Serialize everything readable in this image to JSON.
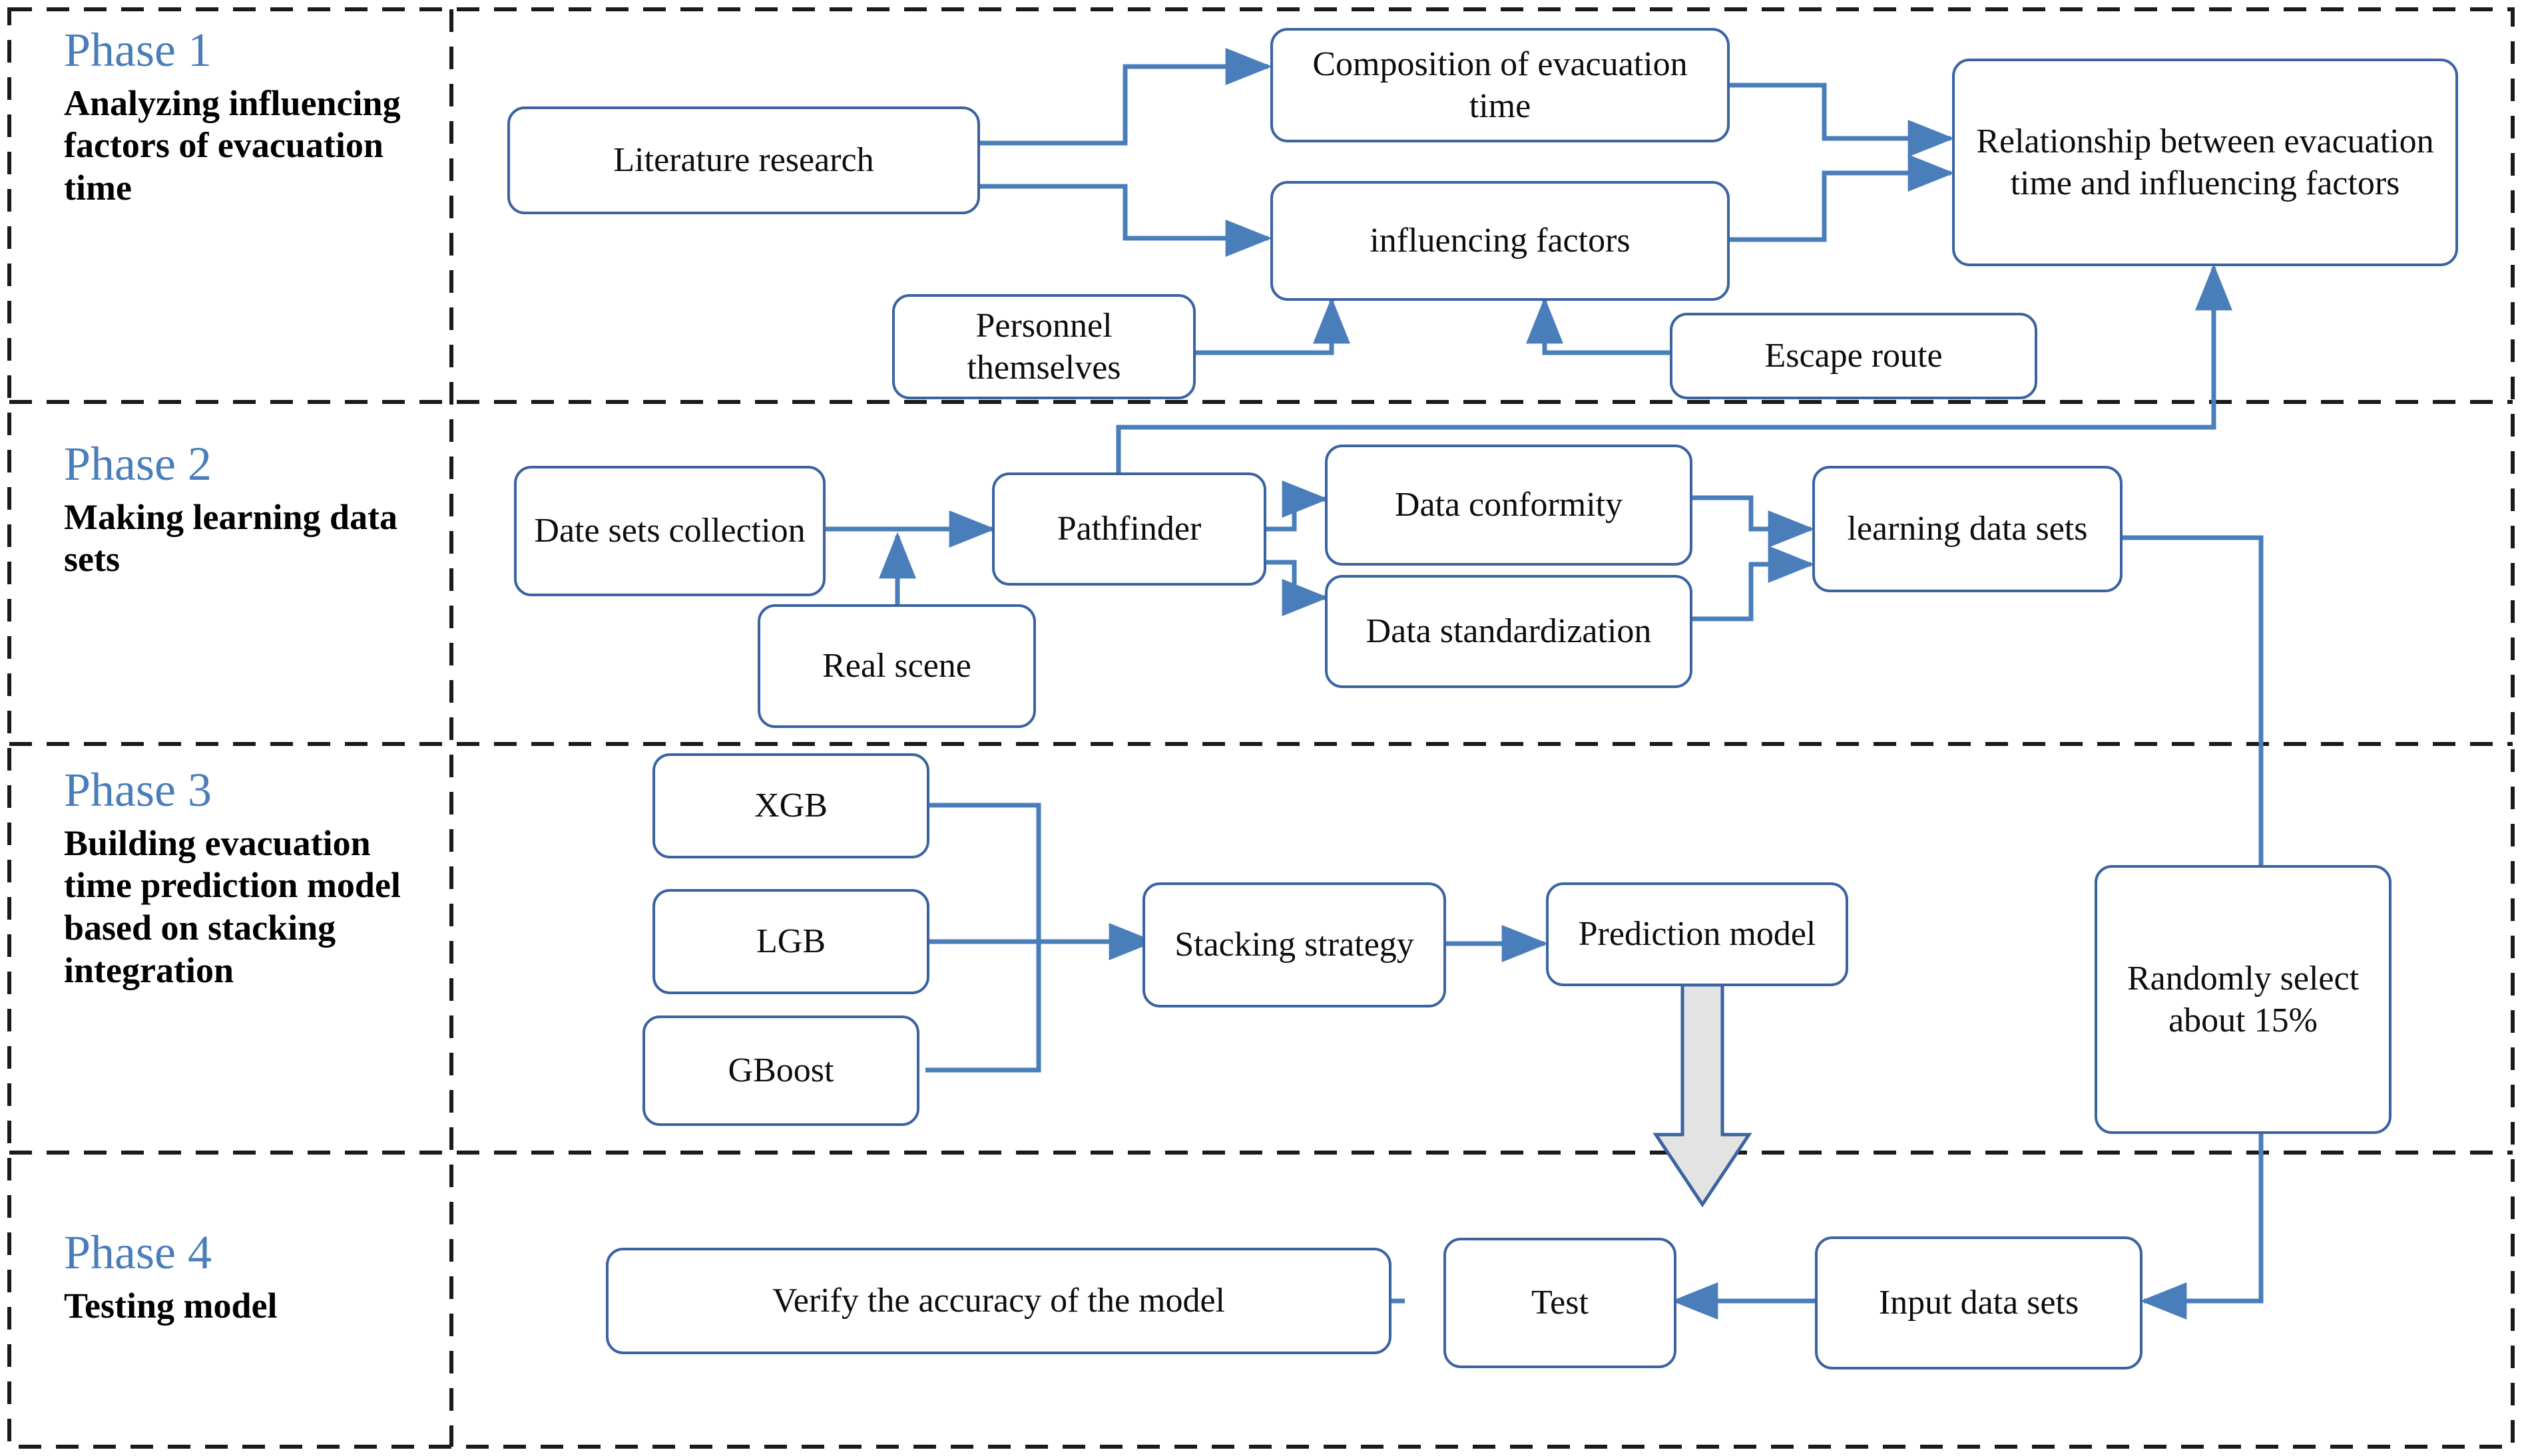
{
  "meta": {
    "title": "Four-phase research framework for evacuation time prediction",
    "accent_color": "#4a7ebb",
    "node_border_color": "#3b63a0",
    "arrow_color": "#4a7ebb",
    "divider_style": "dashed",
    "background": "#ffffff"
  },
  "phases": [
    {
      "number": "Phase 1",
      "description": "Analyzing influencing factors of evacuation time"
    },
    {
      "number": "Phase 2",
      "description": "Making learning data sets"
    },
    {
      "number": "Phase 3",
      "description": "Building evacuation time prediction model based on stacking integration"
    },
    {
      "number": "Phase 4",
      "description": "Testing model"
    }
  ],
  "nodes": {
    "literature_research": "Literature research",
    "composition_of_evacuation_time": "Composition of evacuation time",
    "influencing_factors": "influencing factors",
    "relationship": "Relationship between evacuation time and influencing factors",
    "personnel_themselves": "Personnel themselves",
    "escape_route": "Escape route",
    "date_sets_collection": "Date sets collection",
    "real_scene": "Real scene",
    "pathfinder": "Pathfinder",
    "data_conformity": "Data conformity",
    "data_standardization": "Data standardization",
    "learning_data_sets": "learning data sets",
    "xgb": "XGB",
    "lgb": "LGB",
    "gboost": "GBoost",
    "stacking_strategy": "Stacking strategy",
    "prediction_model": "Prediction model",
    "randomly_select": "Randomly select about 15%",
    "input_data_sets": "Input data sets",
    "test": "Test",
    "verify_accuracy": "Verify the accuracy of the model"
  },
  "edges": [
    {
      "from": "literature_research",
      "to": "composition_of_evacuation_time"
    },
    {
      "from": "literature_research",
      "to": "influencing_factors"
    },
    {
      "from": "composition_of_evacuation_time",
      "to": "relationship"
    },
    {
      "from": "influencing_factors",
      "to": "relationship"
    },
    {
      "from": "personnel_themselves",
      "to": "influencing_factors"
    },
    {
      "from": "escape_route",
      "to": "influencing_factors"
    },
    {
      "from": "pathfinder",
      "to": "relationship"
    },
    {
      "from": "date_sets_collection",
      "to": "pathfinder"
    },
    {
      "from": "real_scene",
      "to": "pathfinder"
    },
    {
      "from": "pathfinder",
      "to": "data_conformity"
    },
    {
      "from": "pathfinder",
      "to": "data_standardization"
    },
    {
      "from": "data_conformity",
      "to": "learning_data_sets"
    },
    {
      "from": "data_standardization",
      "to": "learning_data_sets"
    },
    {
      "from": "learning_data_sets",
      "to": "randomly_select"
    },
    {
      "from": "xgb",
      "to": "stacking_strategy"
    },
    {
      "from": "lgb",
      "to": "stacking_strategy"
    },
    {
      "from": "gboost",
      "to": "stacking_strategy"
    },
    {
      "from": "stacking_strategy",
      "to": "prediction_model"
    },
    {
      "from": "prediction_model",
      "to": "test"
    },
    {
      "from": "randomly_select",
      "to": "input_data_sets"
    },
    {
      "from": "input_data_sets",
      "to": "test"
    },
    {
      "from": "test",
      "to": "verify_accuracy"
    }
  ]
}
